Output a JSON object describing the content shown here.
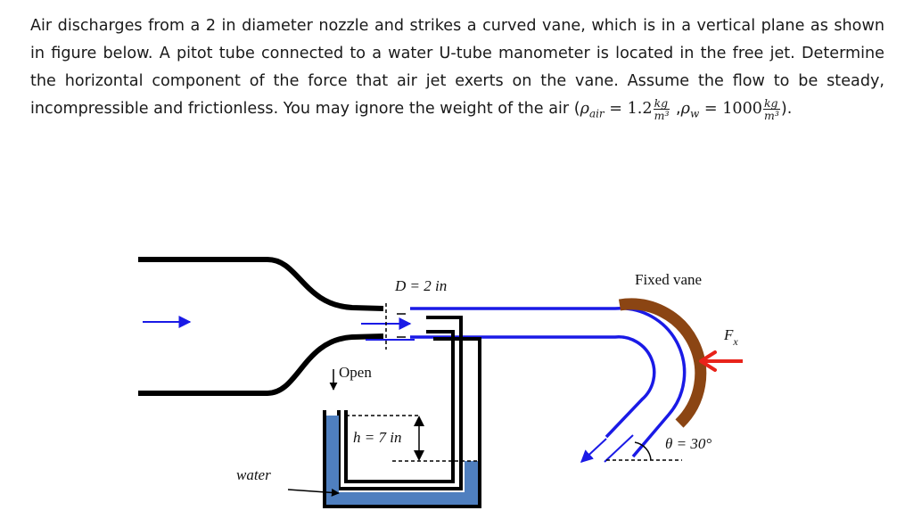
{
  "problem": {
    "text_intro": "Air discharges from a 2 in diameter nozzle and strikes a curved vane, which is in a vertical plane as shown in figure below. A pitot tube connected to a water U-tube manometer is located in the free jet. Determine the horizontal component of the force that air jet exerts on the vane. Assume the flow to be steady, incompressible and frictionless. You may ignore the weight of the air (",
    "rho_air_symbol": "ρ",
    "rho_air_sub": "air",
    "rho_air_value": " = 1.2",
    "unit_num": "kg",
    "unit_den": "m³",
    "separator": " ,",
    "rho_w_symbol": "ρ",
    "rho_w_sub": "w",
    "rho_w_value": " = 1000",
    "closing": ")."
  },
  "figure": {
    "diameter_label": "D = 2 in",
    "vane_label": "Fixed vane",
    "force_label": "F",
    "force_sub": "x",
    "open_label": "Open",
    "h_label": "h = 7 in",
    "water_label": "water",
    "angle_label": "θ = 30°",
    "colors": {
      "jet": "#1a1ae6",
      "vane": "#8b4513",
      "force_arrow": "#e8231a",
      "water": "#4f7fbf",
      "tube": "#000000"
    }
  }
}
